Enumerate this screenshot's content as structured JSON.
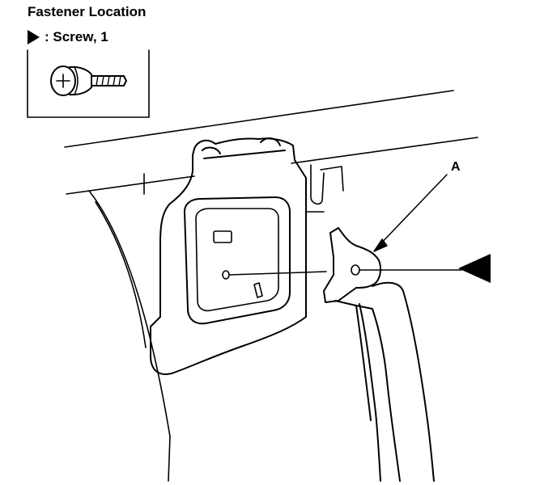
{
  "title": "Fastener Location",
  "legend": {
    "symbol": "triangle-marker",
    "text": ": Screw, 1"
  },
  "callout_label": "A",
  "line_color": "#000000",
  "background_color": "#ffffff"
}
